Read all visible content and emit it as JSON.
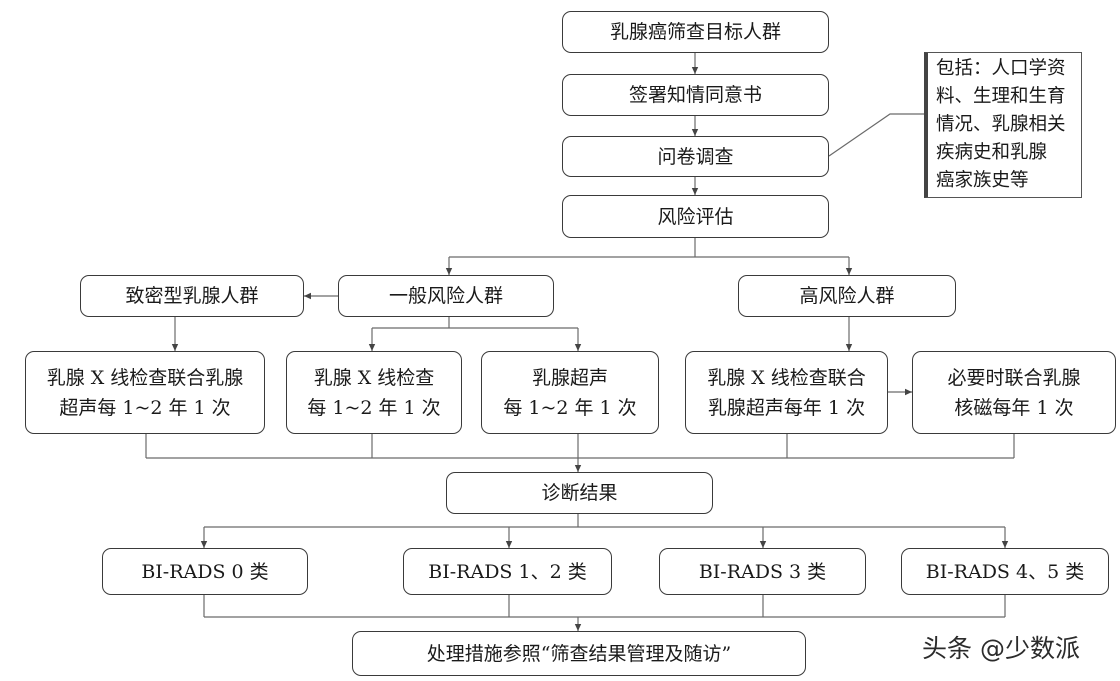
{
  "flow": {
    "target": "乳腺癌筛查目标人群",
    "consent": "签署知情同意书",
    "questionnaire": "问卷调查",
    "risk_assessment": "风险评估",
    "dense_breast": "致密型乳腺人群",
    "general_risk": "一般风险人群",
    "high_risk": "高风险人群",
    "dense_plan": [
      "乳腺 X 线检查联合乳腺",
      "超声每 1~2 年 1 次"
    ],
    "general_plan_xray": [
      "乳腺 X 线检查",
      "每 1~2 年 1 次"
    ],
    "general_plan_us": [
      "乳腺超声",
      "每 1~2 年 1 次"
    ],
    "high_plan": [
      "乳腺 X 线检查联合",
      "乳腺超声每年 1 次"
    ],
    "mri_plan": [
      "必要时联合乳腺",
      "核磁每年 1 次"
    ],
    "diagnosis": "诊断结果",
    "birads_0": "BI-RADS 0 类",
    "birads_12": "BI-RADS 1、2 类",
    "birads_3": "BI-RADS 3 类",
    "birads_45": "BI-RADS 4、5 类",
    "followup": "处理措施参照“筛查结果管理及随访”"
  },
  "note": {
    "lines": [
      "包括：人口学资",
      "料、生理和生育",
      "情况、乳腺相关",
      "疾病史和乳腺",
      "癌家族史等"
    ]
  },
  "watermark": "头条 @少数派"
}
